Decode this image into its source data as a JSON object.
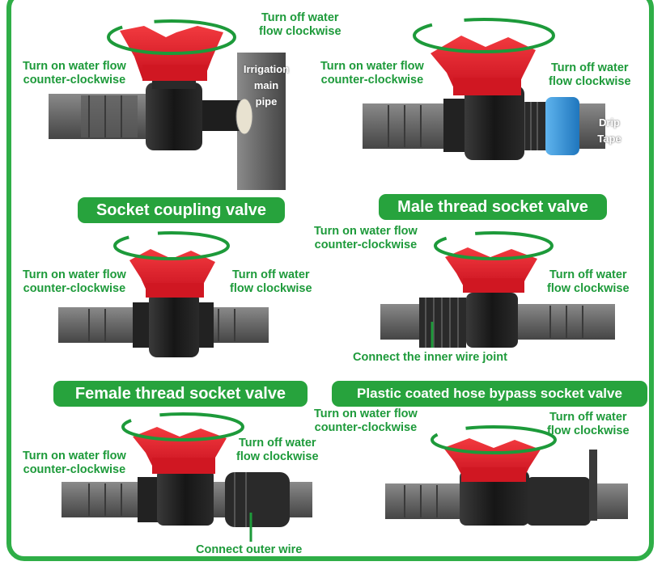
{
  "colors": {
    "frame": "#2fae47",
    "banner": "#27a33d",
    "label_text": "#1d9a3a",
    "handle": "#e41f2d",
    "valve_body": "#1b1b1b",
    "pipe": "#6b6b6b",
    "coupling_blue": "#2e8fd6"
  },
  "icons": [
    "rotation-arrow-icon",
    "valve-handle-icon"
  ],
  "panels": [
    {
      "banner": "Socket coupling valve",
      "ccw_label": "Turn on water flow\ncounter-clockwise",
      "cw_label": "Turn off water\nflow clockwise",
      "pipe_label": "Irrigation\nmain\npipe"
    },
    {
      "banner": "Male thread socket valve",
      "ccw_label": "Turn on water flow\ncounter-clockwise",
      "cw_label": "Turn off water\nflow clockwise",
      "pipe_label": "Drip\nTape"
    },
    {
      "ccw_label": "Turn on water flow\ncounter-clockwise",
      "cw_label": "Turn off water\nflow clockwise"
    },
    {
      "ccw_label": "Turn on water flow\ncounter-clockwise",
      "cw_label": "Turn off water\nflow clockwise",
      "note": "Connect the inner wire joint"
    },
    {
      "banner": "Female thread socket valve",
      "ccw_label": "Turn on water flow\ncounter-clockwise",
      "cw_label": "Turn off water\nflow clockwise",
      "note": "Connect outer wire"
    },
    {
      "banner": "Plastic coated hose bypass socket valve",
      "ccw_label": "Turn on water flow\ncounter-clockwise",
      "cw_label": "Turn off water\nflow clockwise"
    }
  ]
}
